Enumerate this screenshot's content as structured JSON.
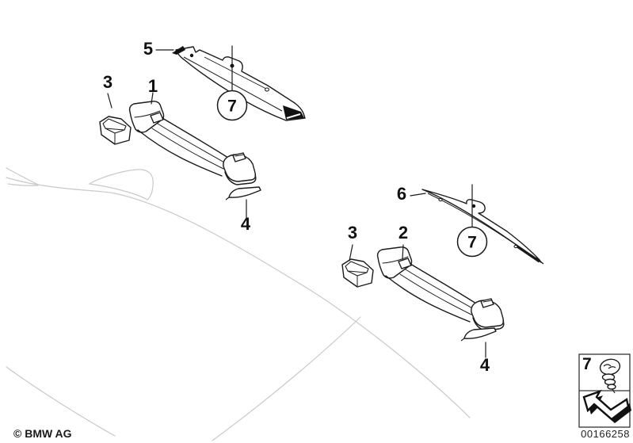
{
  "figure": {
    "callouts": {
      "c5": "5",
      "c3a": "3",
      "c1": "1",
      "c4a": "4",
      "c7a": "7",
      "c6": "6",
      "c3b": "3",
      "c2": "2",
      "c4b": "4",
      "c7b": "7"
    },
    "legend": {
      "screw_ref": "7"
    },
    "footer": {
      "copyright": "© BMW AG",
      "document_number": "00166258"
    },
    "colors": {
      "line": "#1a1a1a",
      "sketch_line": "#c9c9c9",
      "background": "#ffffff"
    }
  }
}
